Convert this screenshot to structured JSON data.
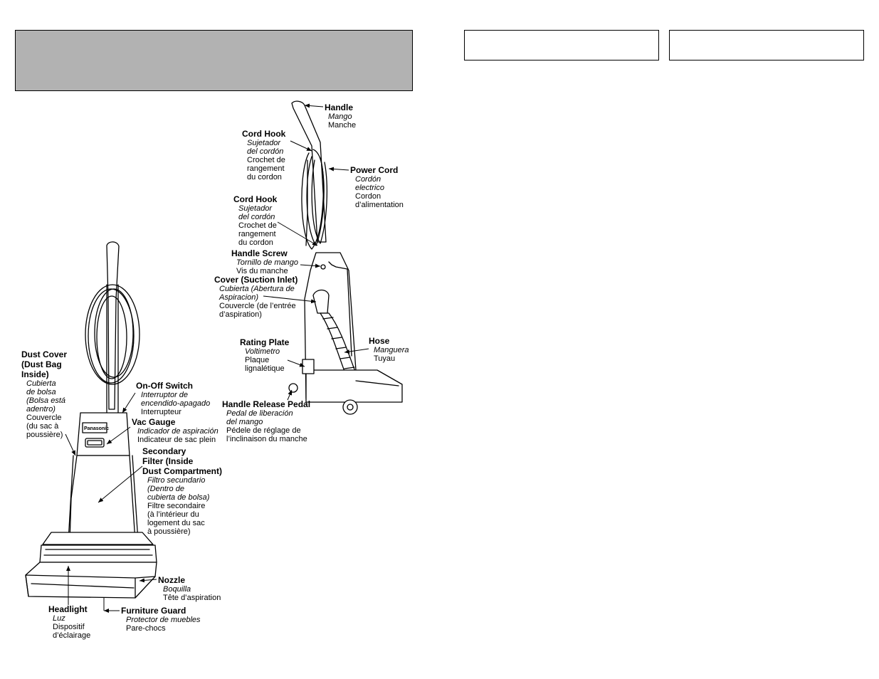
{
  "labels": {
    "handle": {
      "title": "Handle",
      "es": "Mango",
      "fr": "Manche"
    },
    "cord_hook_1": {
      "title": "Cord Hook",
      "es": "Sujetador\ndel cordón",
      "fr": "Crochet de\nrangement\ndu cordon"
    },
    "power_cord": {
      "title": "Power Cord",
      "es": "Cordón\nelectrico",
      "fr": "Cordon\nd’alimentation"
    },
    "cord_hook_2": {
      "title": "Cord Hook",
      "es": "Sujetador\ndel cordón",
      "fr": "Crochet de\nrangement\ndu cordon"
    },
    "handle_screw": {
      "title": "Handle Screw",
      "es": "Tornillo de mango",
      "fr": "Vis du manche"
    },
    "cover_suction": {
      "title": "Cover (Suction Inlet)",
      "es": "Cubierta (Abertura de\nAspiracion)",
      "fr": "Couvercle (de l’entrée\nd’aspiration)"
    },
    "rating_plate": {
      "title": "Rating Plate",
      "es": "Voltimetro",
      "fr": "Plaque\nlignalétique"
    },
    "hose": {
      "title": "Hose",
      "es": "Manguera",
      "fr": "Tuyau"
    },
    "handle_release": {
      "title": "Handle Release Pedal",
      "es": "Pedal de liberación\ndel mango",
      "fr": "Pédele de réglage de\nl’inclinaison du manche"
    },
    "dust_cover": {
      "title": "Dust Cover\n(Dust Bag\nInside)",
      "es": "Cubierta\nde bolsa\n(Bolsa está\nadentro)",
      "fr": "Couvercle\n(du sac à\npoussière)"
    },
    "on_off": {
      "title": "On-Off Switch",
      "es": "Interruptor de\nencendido-apagado",
      "fr": "Interrupteur"
    },
    "vac_gauge": {
      "title": "Vac Gauge",
      "es": "Indicador de aspiración",
      "fr": "Indicateur de sac plein"
    },
    "secondary_filter": {
      "title": "Secondary\nFilter (Inside\nDust Compartment)",
      "es": "Filtro secundario\n(Dentro de\ncubierta de bolsa)",
      "fr": "Filtre secondaire\n(à l’intérieur du\nlogement du sac\nà poussière)"
    },
    "nozzle": {
      "title": "Nozzle",
      "es": "Boquilla",
      "fr": "Tête d’aspiration"
    },
    "headlight": {
      "title": "Headlight",
      "es": "Luz",
      "fr": "Dispositif\nd’éclairage"
    },
    "furniture_guard": {
      "title": "Furniture Guard",
      "es": "Protector de muebles",
      "fr": "Pare-chocs"
    }
  },
  "brand_text": "Panasonic"
}
